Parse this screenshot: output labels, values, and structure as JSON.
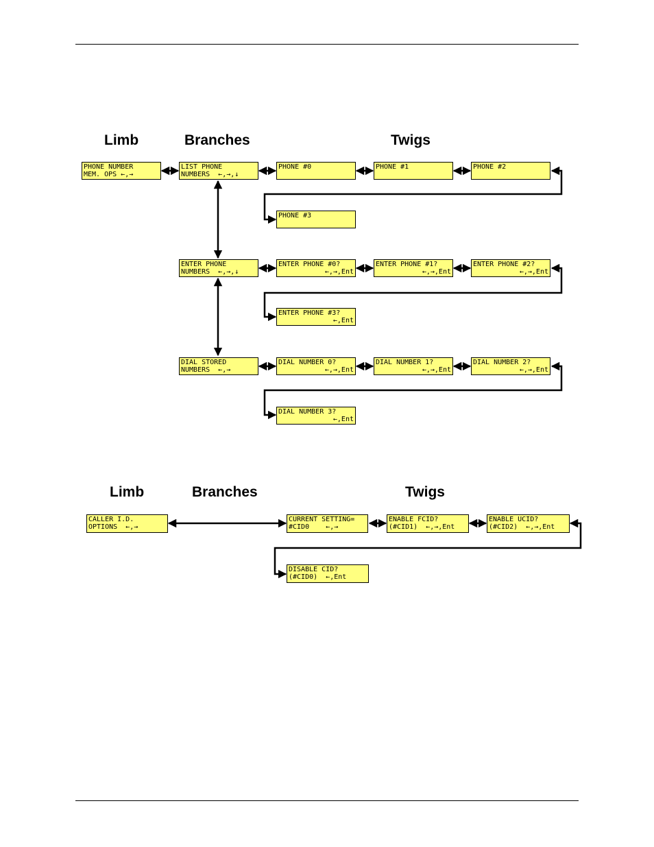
{
  "diagram1": {
    "headings": {
      "limb": "Limb",
      "branches": "Branches",
      "twigs": "Twigs"
    },
    "boxes": {
      "limb": {
        "l1": "PHONE NUMBER",
        "l2": "MEM. OPS ←,→"
      },
      "list": {
        "l1": "LIST PHONE",
        "l2": "NUMBERS  ←,→,↓"
      },
      "enter": {
        "l1": "ENTER PHONE",
        "l2": "NUMBERS  ←,→,↓"
      },
      "dial": {
        "l1": "DIAL STORED",
        "l2": "NUMBERS  ←,→"
      },
      "phone0": {
        "l1": "PHONE #0",
        "l2": ""
      },
      "phone1": {
        "l1": "PHONE #1",
        "l2": ""
      },
      "phone2": {
        "l1": "PHONE #2",
        "l2": ""
      },
      "phone3": {
        "l1": "PHONE #3",
        "l2": ""
      },
      "enter0": {
        "l1": "ENTER PHONE #0?",
        "l2": "←,→,Ent"
      },
      "enter1": {
        "l1": "ENTER PHONE #1?",
        "l2": "←,→,Ent"
      },
      "enter2": {
        "l1": "ENTER PHONE #2?",
        "l2": "←,→,Ent"
      },
      "enter3": {
        "l1": "ENTER PHONE #3?",
        "l2": "←,Ent"
      },
      "dial0": {
        "l1": "DIAL NUMBER 0?",
        "l2": "←,→,Ent"
      },
      "dial1": {
        "l1": "DIAL NUMBER 1?",
        "l2": "←,→,Ent"
      },
      "dial2": {
        "l1": "DIAL NUMBER 2?",
        "l2": "←,→,Ent"
      },
      "dial3": {
        "l1": "DIAL NUMBER 3?",
        "l2": "←,Ent"
      }
    }
  },
  "diagram2": {
    "headings": {
      "limb": "Limb",
      "branches": "Branches",
      "twigs": "Twigs"
    },
    "boxes": {
      "limb": {
        "l1": "CALLER I.D.",
        "l2": "OPTIONS  ←,→"
      },
      "current": {
        "l1": "CURRENT SETTING=",
        "l2": "#CID0    ←,→"
      },
      "fcid": {
        "l1": "ENABLE FCID?",
        "l2": "(#CID1)  ←,→,Ent"
      },
      "ucid": {
        "l1": "ENABLE UCID?",
        "l2": "(#CID2)  ←,→,Ent"
      },
      "disable": {
        "l1": "DISABLE CID?",
        "l2": "(#CID0)  ←,Ent"
      }
    }
  }
}
